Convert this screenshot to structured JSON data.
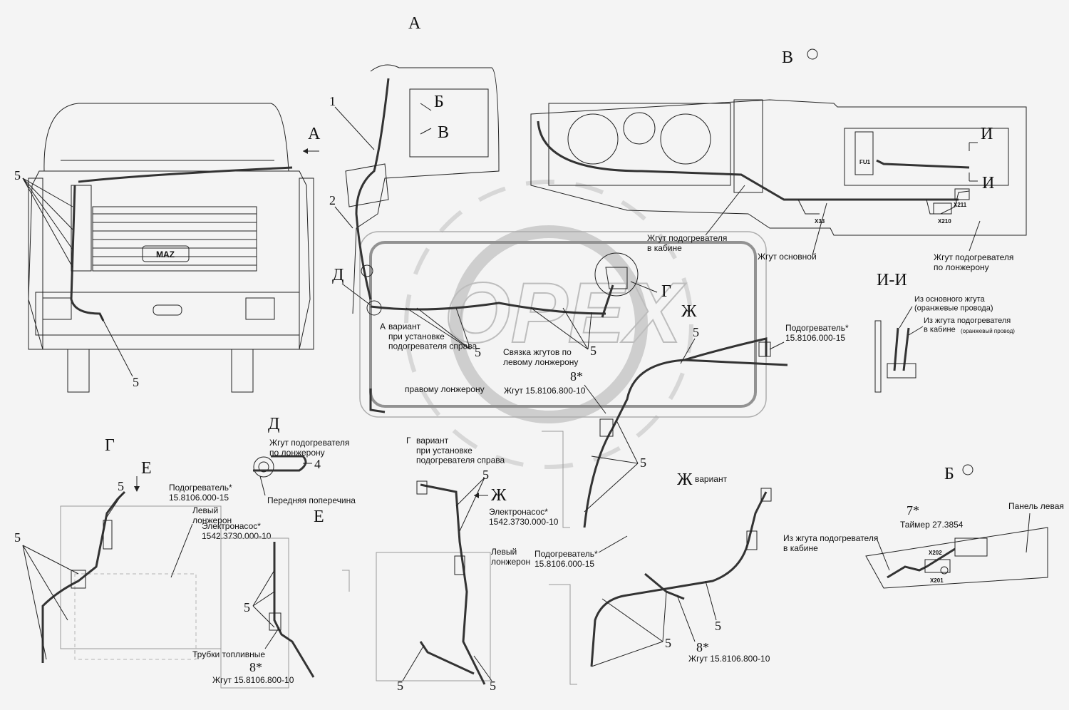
{
  "views": {
    "a": "А",
    "v_o": "В",
    "g": "Г",
    "zh": "Ж",
    "d": "Д",
    "e": "Е",
    "g2": "Г",
    "ii": "И-И",
    "b_o": "Б",
    "zh_var": "Ж",
    "b": "Б",
    "v": "В",
    "i_top": "И",
    "i_bot": "И",
    "a_arrow": "А",
    "e_arrow": "Е",
    "zh_arrow": "Ж",
    "g_variant": "Г"
  },
  "labels": {
    "heater_cab_harness": "Жгут подогревателя\nв кабине",
    "main_harness": "Жгут основной",
    "heater_harness_spar": "Жгут подогревателя\nпо лонжерону",
    "from_main_harness": "Из основного жгута\n(оранжевые провода)",
    "from_heater_cab": "Из жгута подогревателя\nв кабине",
    "orange_wire": "(оранжевый провод)",
    "variant_right": "вариант\nпри установке\nподогревателя справа",
    "bundle_left_spar": "Связка жгутов по\nлевому лонжерону",
    "right_spar": "правому лонжерону",
    "heater_15_top": "Подогреватель*\n15.8106.000-15",
    "harness_800_top": "Жгут 15.8106.800-10",
    "d_harness_spar": "Жгут подогревателя\nпо лонжерону",
    "front_crossmember": "Передняя поперечина",
    "g_variant_text": "вариант\nпри установке\nподогревателя справа",
    "heater_15_g": "Подогреватель*\n15.8106.000-15",
    "left_spar_g": "Левый\nлонжерон",
    "pump_g": "Электронасос*\n1542.3730.000-10",
    "pump_gv": "Электронасос*\n1542.3730.000-10",
    "left_spar_gv": "Левый\nлонжерон",
    "heater_15_zh": "Подогреватель*\n15.8106.000-15",
    "zh_variant_word": "вариант",
    "harness_800_zh": "Жгут 15.8106.800-10",
    "fuel_tubes": "Трубки топливные",
    "harness_800_e": "Жгут 15.8106.800-10",
    "timer": "Таймер 27.3854",
    "panel_left": "Панель левая",
    "from_heater_cab_b": "Из жгута подогревателя\nв кабине"
  },
  "connectors": {
    "fu1": "FU1",
    "x211": "X211",
    "x210": "X210",
    "x33": "X33",
    "x202": "X202",
    "x201": "X201"
  },
  "callouts": {
    "n1": "1",
    "n2": "2",
    "n4": "4",
    "n5": "5",
    "n8s": "8*",
    "n7s": "7*"
  },
  "logo": "MAZ"
}
